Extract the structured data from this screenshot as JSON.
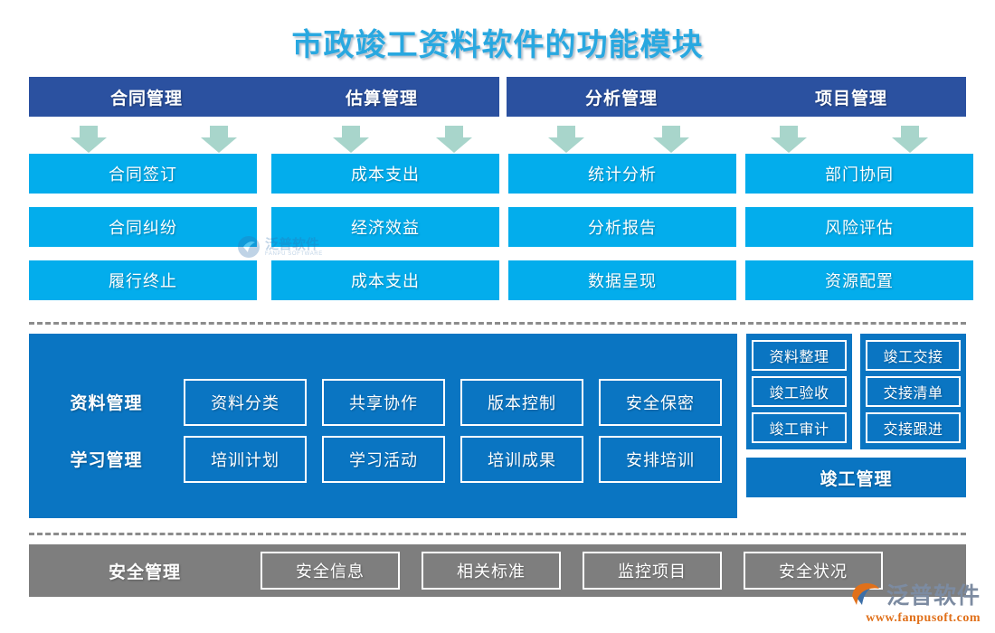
{
  "title": "市政竣工资料软件的功能模块",
  "colors": {
    "title": "#29a8e0",
    "header_blue": "#2b51a0",
    "module_cyan": "#03adec",
    "panel_blue": "#0a75c2",
    "safety_gray": "#7e7e7e",
    "arrow_green": "#a8d5cb",
    "dash_gray": "#8c8c8c"
  },
  "headers": {
    "left": [
      "合同管理",
      "估算管理"
    ],
    "right": [
      "分析管理",
      "项目管理"
    ]
  },
  "columns": [
    {
      "header": "合同管理",
      "items": [
        "合同签订",
        "合同纠纷",
        "履行终止"
      ]
    },
    {
      "header": "估算管理",
      "items": [
        "成本支出",
        "经济效益",
        "成本支出"
      ]
    },
    {
      "header": "分析管理",
      "items": [
        "统计分析",
        "分析报告",
        "数据呈现"
      ]
    },
    {
      "header": "项目管理",
      "items": [
        "部门协同",
        "风险评估",
        "资源配置"
      ]
    }
  ],
  "docs_panel": {
    "rows": [
      {
        "label": "资料管理",
        "items": [
          "资料分类",
          "共享协作",
          "版本控制",
          "安全保密"
        ]
      },
      {
        "label": "学习管理",
        "items": [
          "培训计划",
          "学习活动",
          "培训成果",
          "安排培训"
        ]
      }
    ]
  },
  "completion_panel": {
    "columns": [
      [
        "资料整理",
        "竣工验收",
        "竣工审计"
      ],
      [
        "竣工交接",
        "交接清单",
        "交接跟进"
      ]
    ],
    "bar_label": "竣工管理"
  },
  "safety": {
    "label": "安全管理",
    "items": [
      "安全信息",
      "相关标准",
      "监控项目",
      "安全状况"
    ]
  },
  "brand": {
    "name": "泛普软件",
    "name_en": "FANPU SOFTWARE",
    "url": "www.fanpusoft.com"
  }
}
